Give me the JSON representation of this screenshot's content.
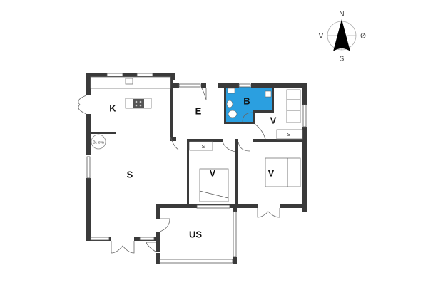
{
  "compass": {
    "north": "N",
    "south": "S",
    "west": "V",
    "east": "Ø"
  },
  "rooms": {
    "kitchen": {
      "label": "K"
    },
    "entrance": {
      "label": "E"
    },
    "bathroom": {
      "label": "B",
      "color": "#2b9fe0"
    },
    "bedroom_ne": {
      "label": "V"
    },
    "living": {
      "label": "S"
    },
    "bedroom_mid": {
      "label": "V"
    },
    "bedroom_e": {
      "label": "V"
    },
    "utility_room": {
      "label": "US"
    }
  },
  "fixtures": {
    "stove": {
      "label": "Br. ovn"
    },
    "storage_1": {
      "label": "S"
    },
    "storage_2": {
      "label": "S"
    }
  },
  "colors": {
    "wall": "#3a3a3a",
    "bathroom": "#2b9fe0",
    "background": "#ffffff"
  }
}
